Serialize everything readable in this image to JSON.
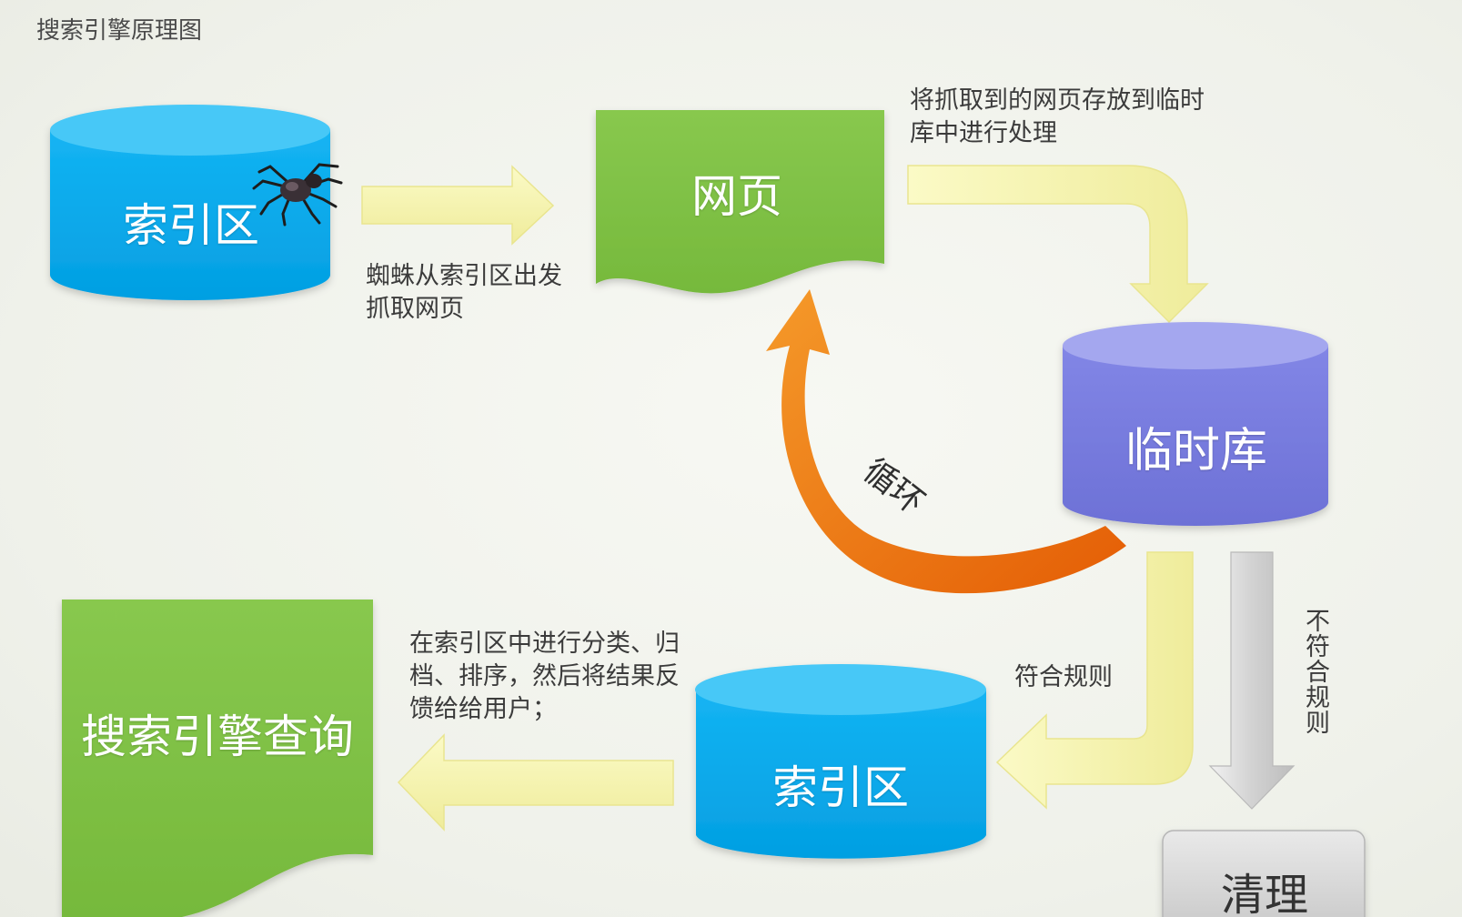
{
  "title": "搜索引擎原理图",
  "nodes": {
    "index_top": {
      "label": "索引区",
      "color": "#0aaef0",
      "top_color": "#40c6f7"
    },
    "webpage": {
      "label": "网页",
      "color": "#7ec242"
    },
    "temp_store": {
      "label": "临时库",
      "color": "#7b7fe0",
      "top_color": "#a2a5ef"
    },
    "index_bottom": {
      "label": "索引区",
      "color": "#0aaef0",
      "top_color": "#40c6f7"
    },
    "search_query": {
      "label": "搜索引擎查询",
      "color": "#7ec242"
    },
    "cleanup": {
      "label": "清理",
      "color": "#d7d7d7"
    }
  },
  "captions": {
    "spider_crawl": "蜘蛛从索引区出发抓取网页",
    "store_temp": "将抓取到的网页存放到临时库中进行处理",
    "loop": "循环",
    "match_rules": "符合规则",
    "not_match_rules": "不符合规则",
    "feedback": "在索引区中进行分类、归档、排序，然后将结果反馈给给用户；"
  },
  "icons": {
    "spider": "spider-icon"
  },
  "colors": {
    "arrow_yellow": "#f4f2a8",
    "arrow_yellow_edge": "#e7e38b",
    "arrow_orange": "#f07b10",
    "arrow_gray": "#cfcfcf"
  }
}
